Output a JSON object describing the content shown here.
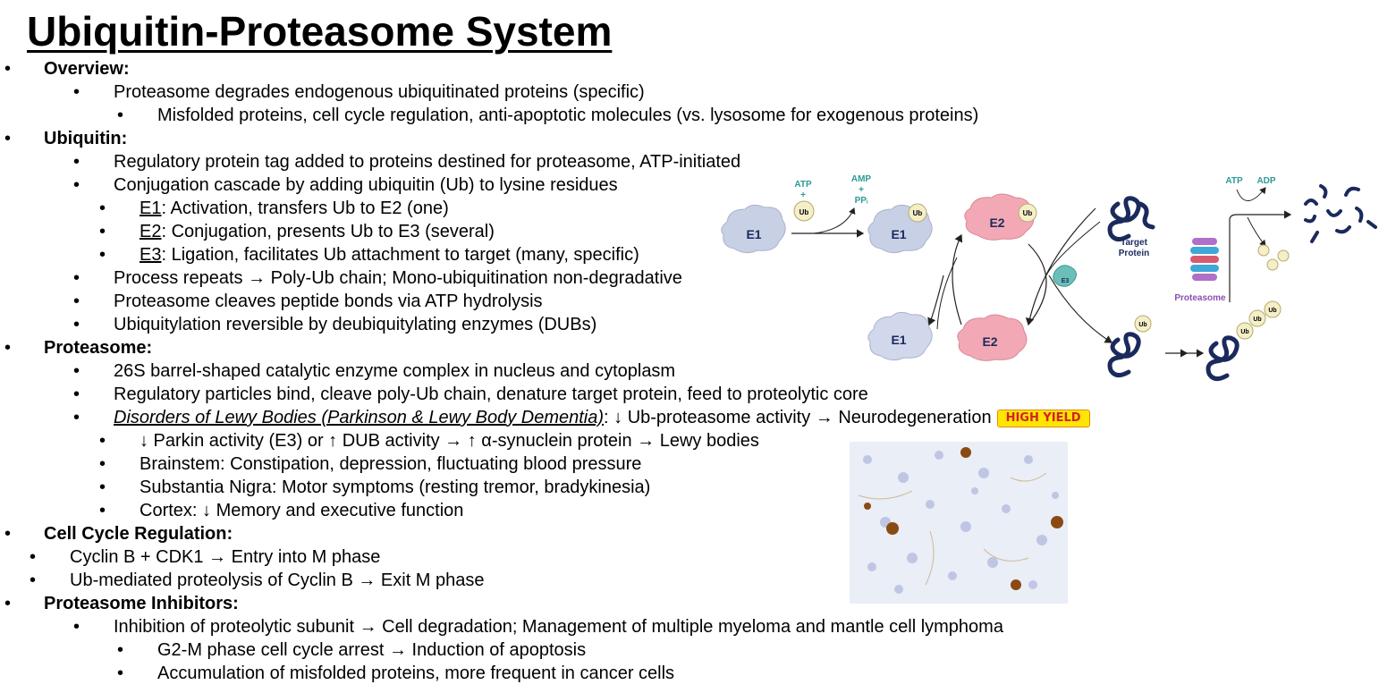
{
  "title": "Ubiquitin-Proteasome System",
  "bullet": "•",
  "lines": [
    {
      "level": 0,
      "text": "Overview:"
    },
    {
      "level": 1,
      "text": "Proteasome degrades endogenous ubiquitinated proteins (specific)"
    },
    {
      "level": 2,
      "text": "Misfolded proteins, cell cycle regulation, anti-apoptotic molecules (vs. lysosome for exogenous proteins)"
    },
    {
      "level": 0,
      "text": "Ubiquitin:"
    },
    {
      "level": 1,
      "text": "Regulatory protein tag added to proteins destined for proteasome, ATP-initiated"
    },
    {
      "level": 1,
      "text": "Conjugation cascade by adding ubiquitin (Ub) to lysine residues"
    },
    {
      "level": "1b",
      "term": "E1",
      "text": ": Activation, transfers Ub to E2 (one)"
    },
    {
      "level": "1b",
      "term": "E2",
      "text": ": Conjugation, presents Ub to E3 (several)"
    },
    {
      "level": "1b",
      "term": "E3",
      "text": ": Ligation, facilitates Ub attachment to target (many, specific)"
    },
    {
      "level": 1,
      "text": "Process repeats → Poly-Ub chain; Mono-ubiquitination non-degradative"
    },
    {
      "level": 1,
      "text": "Proteasome cleaves peptide bonds via ATP hydrolysis"
    },
    {
      "level": 1,
      "text": "Ubiquitylation reversible by deubiquitylating enzymes (DUBs)"
    },
    {
      "level": 0,
      "text": "Proteasome:"
    },
    {
      "level": 1,
      "text": "26S barrel-shaped catalytic enzyme complex in nucleus and cytoplasm"
    },
    {
      "level": 1,
      "text": "Regulatory particles bind, cleave poly-Ub chain, denature target protein, feed to proteolytic core"
    },
    {
      "level": 1,
      "term": "Disorders of Lewy Bodies (Parkinson & Lewy Body Dementia)",
      "text": ": ↓ Ub-proteasome activity → Neurodegeneration",
      "badge": "HIGH YIELD"
    },
    {
      "level": "1b",
      "text": "↓ Parkin activity (E3) or ↑ DUB activity → ↑ α-synuclein protein → Lewy bodies"
    },
    {
      "level": "1b",
      "text": "Brainstem: Constipation, depression, fluctuating blood pressure"
    },
    {
      "level": "1b",
      "text": "Substantia Nigra: Motor symptoms (resting tremor, bradykinesia)"
    },
    {
      "level": "1b",
      "text": "Cortex: ↓ Memory and executive function"
    },
    {
      "level": 0,
      "text": "Cell Cycle Regulation:"
    },
    {
      "level": "0b",
      "text": "Cyclin B + CDK1 → Entry into M phase"
    },
    {
      "level": "0b",
      "text": "Ub-mediated proteolysis of Cyclin B → Exit M phase"
    },
    {
      "level": 0,
      "text": "Proteasome Inhibitors:"
    },
    {
      "level": 1,
      "text": "Inhibition of proteolytic subunit → Cell degradation; Management of multiple myeloma and mantle cell lymphoma"
    },
    {
      "level": 2,
      "text": "G2-M phase cell cycle arrest → Induction of apoptosis"
    },
    {
      "level": 2,
      "text": "Accumulation of misfolded proteins, more frequent in cancer cells"
    }
  ],
  "diagram": {
    "atp1": "ATP",
    "plus": "+",
    "amp": "AMP",
    "ppi": "PPᵢ",
    "ub": "Ub",
    "e1": "E1",
    "e2": "E2",
    "e3": "E3",
    "target_l1": "Target",
    "target_l2": "Protein",
    "proteasome": "Proteasome",
    "atp2": "ATP",
    "adp": "ADP",
    "colors": {
      "e1": "#c8d0e6",
      "e2": "#f2a9b5",
      "ub": "#f4efc8",
      "protein": "#1b2a5c",
      "teal": "#2e9a96",
      "proteasome": "#8a4fb0"
    }
  },
  "micrograph": {
    "name": "lewy-body-histology-image"
  }
}
